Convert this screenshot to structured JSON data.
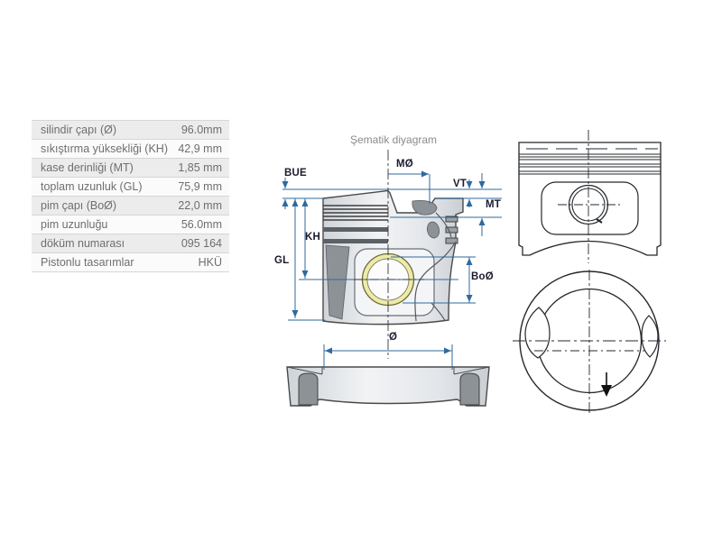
{
  "table": {
    "rows": [
      {
        "label": "silindir çapı (Ø)",
        "value": "96.0mm"
      },
      {
        "label": "sıkıştırma yüksekliği (KH)",
        "value": "42,9 mm"
      },
      {
        "label": "kase derinliği (MT)",
        "value": "1,85 mm"
      },
      {
        "label": "toplam uzunluk (GL)",
        "value": "75,9 mm"
      },
      {
        "label": "pim çapı (BoØ)",
        "value": "22,0 mm"
      },
      {
        "label": "pim uzunluğu",
        "value": "56.0mm"
      },
      {
        "label": "döküm numarası",
        "value": "095 164"
      },
      {
        "label": "Pistonlu tasarımlar",
        "value": "HKÜ"
      }
    ],
    "colors": {
      "row_odd_bg": "#ececec",
      "row_even_bg": "#fbfbfb",
      "border": "#d6d6d6",
      "text": "#6e6e6e"
    }
  },
  "diagram": {
    "title": "Şematik diyagram",
    "labels": {
      "bue": "BUE",
      "mo": "MØ",
      "vt": "VT",
      "mt": "MT",
      "kh": "KH",
      "gl": "GL",
      "bo": "BoØ",
      "dia": "Ø"
    },
    "colors": {
      "dimension": "#2f6a9e",
      "label_text": "#1b1b2f",
      "outline": "#4a4a4a",
      "shade": "#8d9297",
      "pin_ring": "#ecebaa",
      "views_line": "#25282c"
    }
  }
}
